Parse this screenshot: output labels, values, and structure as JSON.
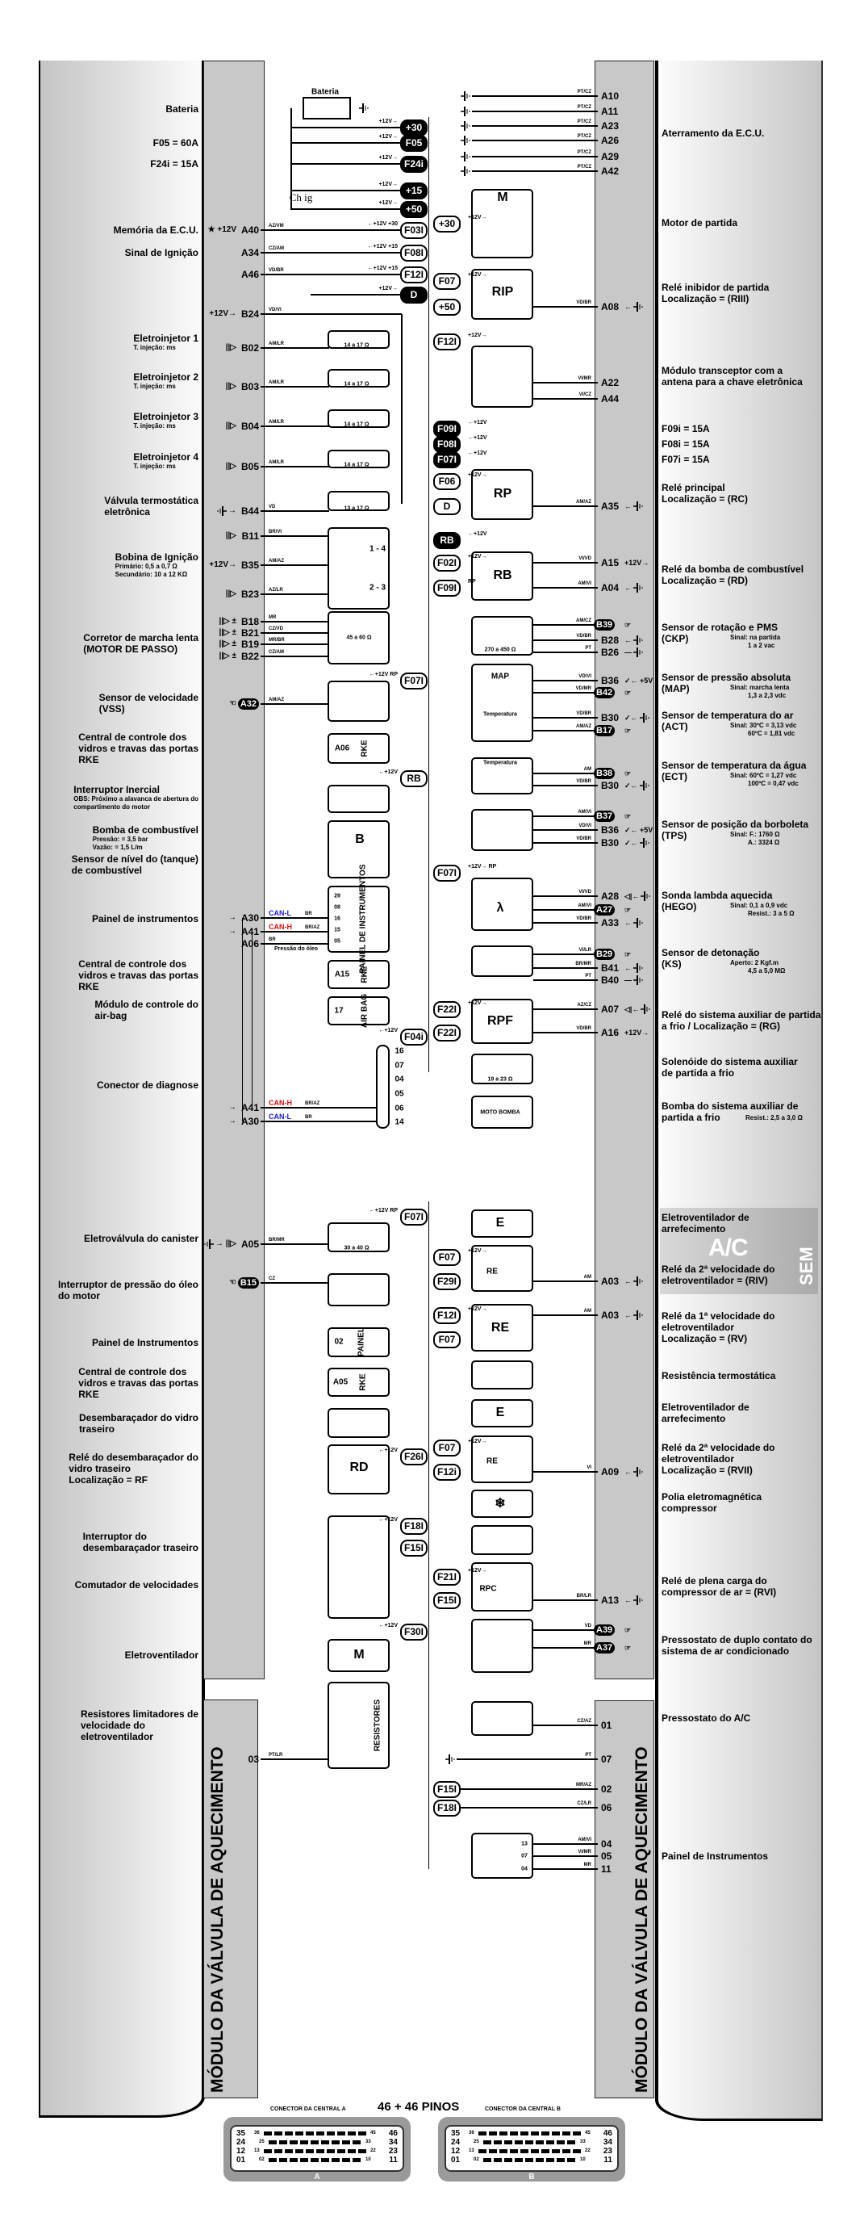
{
  "left_labels": [
    {
      "title": [
        "Bateria"
      ]
    },
    {
      "title": [
        "F05 = 60A"
      ]
    },
    {
      "title": [
        "F24i = 15A"
      ]
    },
    {
      "title": [
        "Memória da E.C.U."
      ]
    },
    {
      "title": [
        "Sinal de Ignição"
      ]
    },
    {
      "title": [
        "Eletroinjetor 1"
      ],
      "note": [
        "T. injeção:  ms"
      ]
    },
    {
      "title": [
        "Eletroinjetor 2"
      ],
      "note": [
        "T. injeção:  ms"
      ]
    },
    {
      "title": [
        "Eletroinjetor 3"
      ],
      "note": [
        "T. injeção:  ms"
      ]
    },
    {
      "title": [
        "Eletroinjetor 4"
      ],
      "note": [
        "T. injeção:  ms"
      ]
    },
    {
      "title": [
        "Válvula termostática",
        "eletrônica"
      ]
    },
    {
      "title": [
        "Bobina de Ignição"
      ],
      "note": [
        "Primário: 0,5 a 0,7 Ω",
        "Secundário: 10 a 12 KΩ"
      ]
    },
    {
      "title": [
        "Corretor de marcha lenta",
        "(MOTOR DE PASSO)"
      ]
    },
    {
      "title": [
        "Sensor de velocidade",
        "(VSS)"
      ]
    },
    {
      "title": [
        "Central de controle dos",
        "vidros e travas das portas",
        "RKE"
      ]
    },
    {
      "title": [
        "Interruptor Inercial"
      ],
      "note": [
        "OBS: Próximo a alavanca de abertura do",
        "compartimento do motor"
      ]
    },
    {
      "title": [
        "Bomba de combustível"
      ],
      "note": [
        "Pressão: = 3,5 bar",
        "Vazão: = 1,5 L/m"
      ]
    },
    {
      "title": [
        "Sensor de nível do (tanque)",
        "de combustível"
      ]
    },
    {
      "title": [
        "Painel de instrumentos"
      ]
    },
    {
      "title": [
        "Central de controle dos",
        "vidros e travas das portas",
        "RKE"
      ]
    },
    {
      "title": [
        "Módulo de controle do",
        "air-bag"
      ]
    },
    {
      "title": [
        "Conector de diagnose"
      ]
    },
    {
      "title": [
        "Eletroválvula do canister"
      ]
    },
    {
      "title": [
        "Interruptor de pressão do óleo",
        "do motor"
      ]
    },
    {
      "title": [
        "Painel de Instrumentos"
      ]
    },
    {
      "title": [
        "Central de controle dos",
        "vidros e travas das portas",
        "RKE"
      ]
    },
    {
      "title": [
        "Desembaraçador do vidro",
        "traseiro"
      ]
    },
    {
      "title": [
        "Relé do desembaraçador do",
        "vidro traseiro",
        "Localização = RF"
      ]
    },
    {
      "title": [
        "Interruptor do",
        "desembaraçador traseiro"
      ]
    },
    {
      "title": [
        "Comutador de velocidades"
      ]
    },
    {
      "title": [
        "Eletroventilador"
      ]
    },
    {
      "title": [
        "Resistores limitadores de",
        "velocidade do",
        "eletroventilador"
      ]
    }
  ],
  "right_labels": [
    {
      "title": [
        "Aterramento da E.C.U."
      ]
    },
    {
      "title": [
        "Motor de partida"
      ]
    },
    {
      "title": [
        "Relé inibidor de partida",
        "Localização = (RIII)"
      ]
    },
    {
      "title": [
        "Módulo transceptor com a",
        "antena para a chave eletrônica"
      ]
    },
    {
      "title": [
        "F09i = 15A"
      ]
    },
    {
      "title": [
        "F08i = 15A"
      ]
    },
    {
      "title": [
        "F07i = 15A"
      ]
    },
    {
      "title": [
        "Relé principal",
        "Localização = (RC)"
      ]
    },
    {
      "title": [
        "Relé da bomba de combustível",
        "Localização = (RD)"
      ]
    },
    {
      "title": [
        "Sensor de rotação e PMS",
        "(CKP)"
      ],
      "note": [
        "Sinal: na partida",
        "1 a 2 vac"
      ]
    },
    {
      "title": [
        "Sensor de pressão absoluta",
        "(MAP)"
      ],
      "note": [
        "Sinal: marcha lenta",
        "1,3 a 2,3 vdc"
      ]
    },
    {
      "title": [
        "Sensor de temperatura do ar",
        "(ACT)"
      ],
      "note": [
        "Sinal: 30ºC = 3,13 vdc",
        "60ºC = 1,81 vdc"
      ]
    },
    {
      "title": [
        "Sensor de temperatura da água",
        "(ECT)"
      ],
      "note": [
        "Sinal: 60ºC = 1,27 vdc",
        "100ºC = 0,47 vdc"
      ]
    },
    {
      "title": [
        "Sensor de posição da borboleta",
        "(TPS)"
      ],
      "note": [
        "Sinal: F.: 1760 Ω",
        "A.: 3324 Ω"
      ]
    },
    {
      "title": [
        "Sonda lambda aquecida",
        "(HEGO)"
      ],
      "note": [
        "Sinal: 0,1 a 0,9 vdc",
        "Resist.: 3 a 5 Ω"
      ]
    },
    {
      "title": [
        "Sensor de detonação",
        "(KS)"
      ],
      "note": [
        "Aperto: 2 Kgf.m",
        "4,5 a 5,0 MΩ"
      ]
    },
    {
      "title": [
        "Relé do sistema auxiliar de partida",
        "a frio / Localização = (RG)"
      ]
    },
    {
      "title": [
        "Solenóide do sistema auxiliar",
        "de partida a frio"
      ]
    },
    {
      "title": [
        "Bomba do sistema auxiliar de",
        "partida a frio"
      ],
      "note": [
        "Resist.: 2,5 a 3,0 Ω"
      ]
    },
    {
      "title": [
        "Eletroventilador de",
        "arrefecimento"
      ]
    },
    {
      "title": [
        "Relé da 2ª velocidade do",
        "eletroventilador = (RIV)"
      ]
    },
    {
      "title": [
        "Relé da 1ª velocidade do",
        "eletroventilador",
        "Localização = (RV)"
      ]
    },
    {
      "title": [
        "Resistência termostática"
      ]
    },
    {
      "title": [
        "Eletroventilador de",
        "arrefecimento"
      ]
    },
    {
      "title": [
        "Relé da 2ª velocidade do",
        "eletroventilador",
        "Localização = (RVII)"
      ]
    },
    {
      "title": [
        "Polia eletromagnética",
        "compressor"
      ]
    },
    {
      "title": [
        "Relé de plena carga do",
        "compressor de ar = (RVI)"
      ]
    },
    {
      "title": [
        "Pressostato de duplo contato do",
        "sistema de ar condicionado"
      ]
    },
    {
      "title": [
        "Pressostato do A/C"
      ]
    },
    {
      "title": [
        "Painel de Instrumentos"
      ]
    }
  ],
  "left_pins": [
    {
      "pin": "A40",
      "wire": "AZ/VM",
      "prefix": "★ +12V"
    },
    {
      "pin": "A34",
      "wire": "CZ/AM"
    },
    {
      "pin": "A46",
      "wire": "VD/BR"
    },
    {
      "pin": "B24",
      "wire": "VD/VI",
      "prefix": "+12V→"
    },
    {
      "pin": "B02",
      "wire": "AM/LR",
      "prefix": "||▷"
    },
    {
      "pin": "B03",
      "wire": "AM/LR",
      "prefix": "||▷"
    },
    {
      "pin": "B04",
      "wire": "AM/LR",
      "prefix": "||▷"
    },
    {
      "pin": "B05",
      "wire": "AM/LR",
      "prefix": "||▷"
    },
    {
      "pin": "B44",
      "wire": "VD",
      "prefix": "→",
      "ground": true
    },
    {
      "pin": "B11",
      "wire": "BR/VI",
      "prefix": "||▷"
    },
    {
      "pin": "B35",
      "wire": "AM/AZ",
      "prefix": "+12V→"
    },
    {
      "pin": "B23",
      "wire": "AZ/LR",
      "prefix": "||▷"
    },
    {
      "pin": "B18",
      "wire": "MR",
      "prefix": "||▷ ±"
    },
    {
      "pin": "B21",
      "wire": "CZ/VD",
      "prefix": "||▷ ±"
    },
    {
      "pin": "B19",
      "wire": "MR/BR",
      "prefix": "||▷ ±"
    },
    {
      "pin": "B22",
      "wire": "CZ/AM",
      "prefix": "||▷ ±"
    },
    {
      "pin": "A32",
      "wire": "AM/AZ",
      "badge": true,
      "prefix": "☜"
    },
    {
      "pin": "A30",
      "wire": "BR",
      "can": "CAN-L",
      "prefix": "→"
    },
    {
      "pin": "A41",
      "wire": "BR/AZ",
      "can": "CAN-H",
      "prefix": "→"
    },
    {
      "pin": "A06",
      "wire": "BR",
      "note": "Pressão do óleo"
    },
    {
      "pin": "A41",
      "wire": "BR/AZ",
      "can": "CAN-H",
      "prefix": "→"
    },
    {
      "pin": "A30",
      "wire": "BR",
      "can": "CAN-L",
      "prefix": "→"
    },
    {
      "pin": "A05",
      "wire": "BR/MR",
      "prefix": "→ ||▷",
      "ground": true
    },
    {
      "pin": "B15",
      "wire": "CZ",
      "badge": true,
      "prefix": "☜"
    },
    {
      "pin": "03",
      "wire": "PT/LR"
    }
  ],
  "right_pins": [
    {
      "pin": "A10",
      "wire": "PT/CZ"
    },
    {
      "pin": "A11",
      "wire": "PT/CZ"
    },
    {
      "pin": "A23",
      "wire": "PT/CZ"
    },
    {
      "pin": "A26",
      "wire": "PT/CZ"
    },
    {
      "pin": "A29",
      "wire": "PT/CZ"
    },
    {
      "pin": "A42",
      "wire": "PT/CZ"
    },
    {
      "pin": "A08",
      "wire": "VD/BR",
      "suffix": "←",
      "ground": true
    },
    {
      "pin": "A22",
      "wire": "VI/MR"
    },
    {
      "pin": "A44",
      "wire": "VI/CZ"
    },
    {
      "pin": "A35",
      "wire": "AM/AZ",
      "suffix": "←",
      "ground": true
    },
    {
      "pin": "A15",
      "wire": "VI/VD",
      "suffix": "+12V→"
    },
    {
      "pin": "A04",
      "wire": "AM/VI",
      "suffix": "←",
      "ground": true
    },
    {
      "pin": "B39",
      "wire": "AM/CZ",
      "badge": true,
      "suffix": "☞"
    },
    {
      "pin": "B28",
      "wire": "VD/BR",
      "suffix": "←",
      "ground": true
    },
    {
      "pin": "B26",
      "wire": "PT",
      "suffix": "—",
      "ground": true
    },
    {
      "pin": "B36",
      "wire": "VD/VI",
      "suffix": "✓← +5V"
    },
    {
      "pin": "B42",
      "wire": "VD/MR",
      "badge": true,
      "suffix": "☞"
    },
    {
      "pin": "B30",
      "wire": "VD/BR",
      "suffix": "✓←",
      "ground": true
    },
    {
      "pin": "B17",
      "wire": "AM/AZ",
      "badge": true,
      "suffix": "☞"
    },
    {
      "pin": "B38",
      "wire": "AM",
      "badge": true,
      "suffix": "☞"
    },
    {
      "pin": "B30",
      "wire": "VD/BR",
      "suffix": "✓←",
      "ground": true
    },
    {
      "pin": "B37",
      "wire": "AM/VI",
      "badge": true,
      "suffix": "☞"
    },
    {
      "pin": "B36",
      "wire": "VD/VI",
      "suffix": "✓← +5V"
    },
    {
      "pin": "B30",
      "wire": "VD/BR",
      "suffix": "✓←",
      "ground": true
    },
    {
      "pin": "A28",
      "wire": "VI/VD",
      "suffix": "◁|←",
      "ground": true
    },
    {
      "pin": "A27",
      "wire": "AM/VI",
      "badge": true,
      "suffix": "☞"
    },
    {
      "pin": "A33",
      "wire": "VD/BR",
      "suffix": "←",
      "ground": true
    },
    {
      "pin": "B29",
      "wire": "VI/LR",
      "badge": true,
      "suffix": "☞"
    },
    {
      "pin": "B41",
      "wire": "BR/MR",
      "suffix": "←",
      "ground": true
    },
    {
      "pin": "B40",
      "wire": "PT",
      "suffix": "—",
      "ground": true
    },
    {
      "pin": "A07",
      "wire": "AZ/CZ",
      "suffix": "◁|←",
      "ground": true
    },
    {
      "pin": "A16",
      "wire": "VD/BR",
      "suffix": "+12V→"
    },
    {
      "pin": "A03",
      "wire": "AM",
      "suffix": "←",
      "ground": true
    },
    {
      "pin": "A03",
      "wire": "AM",
      "suffix": "←",
      "ground": true
    },
    {
      "pin": "A09",
      "wire": "VI",
      "suffix": "←",
      "ground": true
    },
    {
      "pin": "A13",
      "wire": "BR/LR",
      "suffix": "←",
      "ground": true
    },
    {
      "pin": "A39",
      "wire": "VD",
      "badge": true,
      "suffix": "☞"
    },
    {
      "pin": "A37",
      "wire": "MR",
      "badge": true,
      "suffix": "☞"
    },
    {
      "pin": "01",
      "wire": "CZ/AZ"
    },
    {
      "pin": "07",
      "wire": "PT"
    },
    {
      "pin": "02",
      "wire": "MR/AZ"
    },
    {
      "pin": "06",
      "wire": "CZ/LR"
    },
    {
      "pin": "04",
      "wire": "AM/VI"
    },
    {
      "pin": "05",
      "wire": "VI/MR"
    },
    {
      "pin": "11",
      "wire": "MR"
    }
  ],
  "fuses": [
    {
      "label": "+30",
      "dark": true,
      "tag": "+12V→"
    },
    {
      "label": "F05",
      "dark": true,
      "tag": "+12V→"
    },
    {
      "label": "F24i",
      "dark": true,
      "tag": "+12V→"
    },
    {
      "label": "+15",
      "dark": true,
      "tag": "+12V→"
    },
    {
      "label": "+50",
      "dark": true,
      "tag": "+12V→"
    },
    {
      "label": "F03I",
      "tag": "←+12V +30"
    },
    {
      "label": "F08I",
      "tag": "←+12V +15"
    },
    {
      "label": "F12I",
      "tag": "←+12V +15"
    },
    {
      "label": "D",
      "dark": true,
      "tag": "+12V→"
    },
    {
      "label": "+30",
      "tag": "+12V→"
    },
    {
      "label": "F07",
      "tag": "+12V→"
    },
    {
      "label": "+50"
    },
    {
      "label": "F12I",
      "tag": "+12V→"
    },
    {
      "label": "F09I",
      "dark": true,
      "tag": "←+12V"
    },
    {
      "label": "F08I",
      "dark": true,
      "tag": "←+12V"
    },
    {
      "label": "F07I",
      "dark": true,
      "tag": "←+12V"
    },
    {
      "label": "F06",
      "tag": "+12V→"
    },
    {
      "label": "D"
    },
    {
      "label": "RB",
      "dark": true,
      "tag": "←+12V"
    },
    {
      "label": "F02I",
      "tag": "+12V→"
    },
    {
      "label": "F09I",
      "tag": "RP"
    },
    {
      "label": "F07I",
      "tag": "←+12V RP"
    },
    {
      "label": "RB",
      "tag": "←+12V"
    },
    {
      "label": "F04i",
      "tag": "←+12V"
    },
    {
      "label": "F07I",
      "tag": "+12V→ RP"
    },
    {
      "label": "F22I",
      "tag": "+12V→"
    },
    {
      "label": "F22I"
    },
    {
      "label": "F07I",
      "tag": "←+12V RP"
    },
    {
      "label": "F26I",
      "tag": "←+12V"
    },
    {
      "label": "F18I",
      "tag": "←+12V"
    },
    {
      "label": "F15I"
    },
    {
      "label": "F30I",
      "tag": "←+12V"
    },
    {
      "label": "F07",
      "tag": "+12V→"
    },
    {
      "label": "F29I"
    },
    {
      "label": "F12I",
      "tag": "+12V→"
    },
    {
      "label": "F07"
    },
    {
      "label": "F07",
      "tag": "+12V→"
    },
    {
      "label": "F12i"
    },
    {
      "label": "F21I",
      "tag": "+12V→"
    },
    {
      "label": "F15I"
    },
    {
      "label": "F15I"
    },
    {
      "label": "F18I"
    }
  ],
  "components": [
    {
      "name": "battery",
      "label": "Bateria"
    },
    {
      "name": "ignition-switch",
      "label": "Ch ig"
    },
    {
      "name": "injector-1-resistance",
      "label": "14 a 17 Ω"
    },
    {
      "name": "injector-2-resistance",
      "label": "14 a 17 Ω"
    },
    {
      "name": "injector-3-resistance",
      "label": "14 a 17 Ω"
    },
    {
      "name": "injector-4-resistance",
      "label": "14 a 17 Ω"
    },
    {
      "name": "valve-resistance",
      "label": "13 a 17 Ω"
    },
    {
      "name": "coil-1-4",
      "label": "1 - 4"
    },
    {
      "name": "coil-2-3",
      "label": "2 - 3"
    },
    {
      "name": "stepper-resistance",
      "label": "45 a 60 Ω"
    },
    {
      "name": "rke-pin",
      "label": "A06"
    },
    {
      "name": "rke-label",
      "label": "RKE"
    },
    {
      "name": "fuel-pump",
      "label": "B"
    },
    {
      "name": "panel-label",
      "label": "PAINEL DE INSTRUMENTOS"
    },
    {
      "name": "panel-pin-29",
      "label": "29"
    },
    {
      "name": "panel-pin-08",
      "label": "08"
    },
    {
      "name": "panel-pin-16",
      "label": "16"
    },
    {
      "name": "panel-pin-15",
      "label": "15"
    },
    {
      "name": "panel-pin-05",
      "label": "05"
    },
    {
      "name": "rke2-pin",
      "label": "A15"
    },
    {
      "name": "rke2-label",
      "label": "RKE"
    },
    {
      "name": "airbag-pin",
      "label": "17"
    },
    {
      "name": "airbag-label",
      "label": "AIR BAG"
    },
    {
      "name": "diag-pin",
      "label": "16"
    },
    {
      "name": "diag-pin",
      "label": "07"
    },
    {
      "name": "diag-pin",
      "label": "04"
    },
    {
      "name": "diag-pin",
      "label": "05"
    },
    {
      "name": "diag-pin",
      "label": "06"
    },
    {
      "name": "diag-pin",
      "label": "14"
    },
    {
      "name": "canister-resistance",
      "label": "30 a 40 Ω"
    },
    {
      "name": "panel2-pin",
      "label": "02"
    },
    {
      "name": "panel2-label",
      "label": "PAINEL"
    },
    {
      "name": "rke3-pin",
      "label": "A05"
    },
    {
      "name": "rke3-label",
      "label": "RKE"
    },
    {
      "name": "rd-relay",
      "label": "RD"
    },
    {
      "name": "fan-motor",
      "label": "M"
    },
    {
      "name": "resistors-label",
      "label": "RESISTORES"
    },
    {
      "name": "starter-motor",
      "label": "M"
    },
    {
      "name": "rip-relay",
      "label": "RIP"
    },
    {
      "name": "rp-relay",
      "label": "RP"
    },
    {
      "name": "rb-relay",
      "label": "RB"
    },
    {
      "name": "ckp-resistance",
      "label": "270 a 450 Ω"
    },
    {
      "name": "map-label",
      "label": "MAP"
    },
    {
      "name": "act-temp-label",
      "label": "Temperatura"
    },
    {
      "name": "ect-temp-label",
      "label": "Temperatura"
    },
    {
      "name": "lambda",
      "label": "λ"
    },
    {
      "name": "rpf-relay",
      "label": "RPF"
    },
    {
      "name": "solenoid-resistance",
      "label": "19 a 23 Ω"
    },
    {
      "name": "motobomba",
      "label": "MOTO BOMBA"
    },
    {
      "name": "fan-e-1",
      "label": "E"
    },
    {
      "name": "re-relay-1",
      "label": "RE"
    },
    {
      "name": "re-relay-2",
      "label": "RE"
    },
    {
      "name": "fan-e-2",
      "label": "E"
    },
    {
      "name": "re-relay-3",
      "label": "RE"
    },
    {
      "name": "compressor-clutch",
      "label": "❄"
    },
    {
      "name": "rpc-relay",
      "label": "RPC"
    },
    {
      "name": "panel3-pin",
      "label": "13"
    },
    {
      "name": "panel3-pin",
      "label": "07"
    },
    {
      "name": "panel3-pin",
      "label": "04"
    }
  ],
  "module_title": "MÓDULO DA VÁLVULA DE AQUECIMENTO",
  "ac_badge": {
    "big": "A/C",
    "vertical": "SEM"
  },
  "pins_title": "46 + 46 PINOS",
  "connectors": [
    {
      "title": "CONECTOR DA CENTRAL A",
      "letter": "A"
    },
    {
      "title": "CONECTOR DA CENTRAL B",
      "letter": "B"
    }
  ],
  "connector_pins": {
    "left": [
      "35",
      "24",
      "12",
      "01"
    ],
    "right": [
      "46",
      "34",
      "23",
      "11"
    ],
    "inner": [
      "36",
      "45",
      "25",
      "33",
      "13",
      "22",
      "02",
      "10"
    ]
  },
  "colors": {
    "can_l": "#1a1adf",
    "can_h": "#e01010",
    "pin_column": "#c8c8c8"
  }
}
